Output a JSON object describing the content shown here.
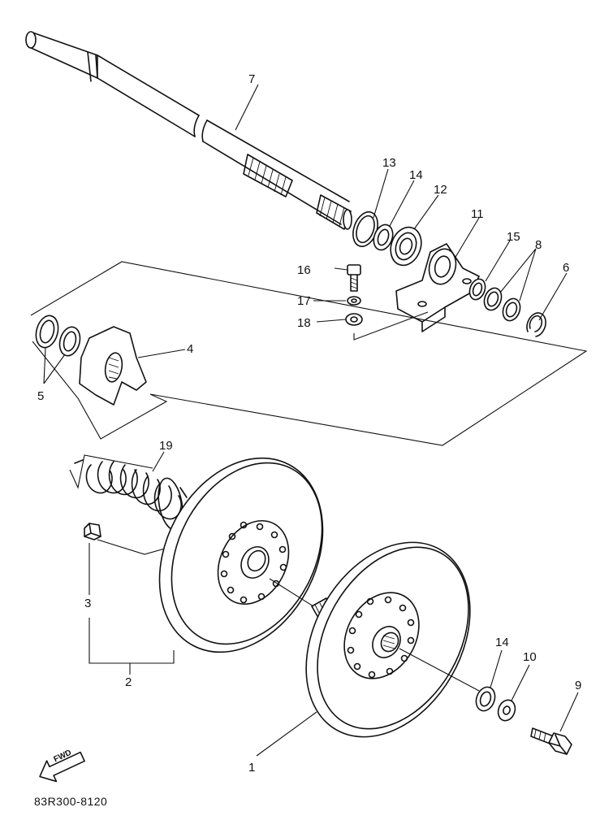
{
  "diagram": {
    "drawing_code": "83R300-8120",
    "fwd_label": "FWD",
    "callouts": [
      {
        "id": "c1",
        "text": "1"
      },
      {
        "id": "c2",
        "text": "2"
      },
      {
        "id": "c3",
        "text": "3"
      },
      {
        "id": "c4",
        "text": "4"
      },
      {
        "id": "c5",
        "text": "5"
      },
      {
        "id": "c6",
        "text": "6"
      },
      {
        "id": "c7",
        "text": "7"
      },
      {
        "id": "c8",
        "text": "8"
      },
      {
        "id": "c9",
        "text": "9"
      },
      {
        "id": "c10",
        "text": "10"
      },
      {
        "id": "c11",
        "text": "11"
      },
      {
        "id": "c12",
        "text": "12"
      },
      {
        "id": "c13",
        "text": "13"
      },
      {
        "id": "c14a",
        "text": "14"
      },
      {
        "id": "c14b",
        "text": "14"
      },
      {
        "id": "c15",
        "text": "15"
      },
      {
        "id": "c16",
        "text": "16"
      },
      {
        "id": "c17",
        "text": "17"
      },
      {
        "id": "c18",
        "text": "18"
      },
      {
        "id": "c19",
        "text": "19"
      }
    ]
  }
}
